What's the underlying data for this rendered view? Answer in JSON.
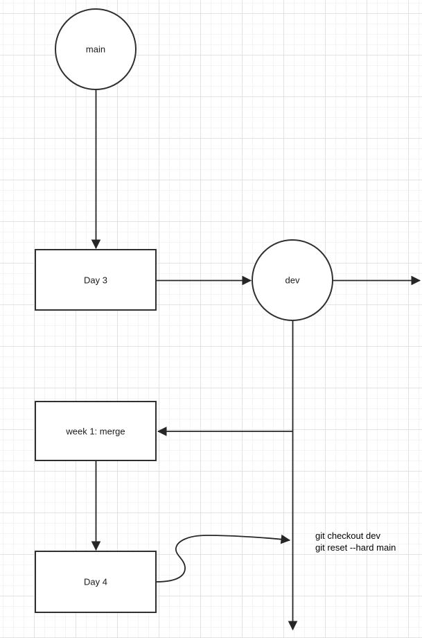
{
  "canvas": {
    "background_color": "#ffffff",
    "grid_minor_color": "#f5f3f3",
    "grid_major_color": "#e4e1e1",
    "shape_stroke_color": "#2f2f2f",
    "edge_stroke_color": "#262626"
  },
  "nodes": {
    "main": {
      "shape": "circle",
      "label": "main"
    },
    "dev": {
      "shape": "circle",
      "label": "dev"
    },
    "day3": {
      "shape": "rect",
      "label": "Day 3"
    },
    "week1": {
      "shape": "rect",
      "label": "week 1: merge"
    },
    "day4": {
      "shape": "rect",
      "label": "Day 4"
    }
  },
  "edges": [
    {
      "from": "main",
      "to": "day3",
      "style": "straight-arrow"
    },
    {
      "from": "day3",
      "to": "dev",
      "style": "straight-arrow"
    },
    {
      "from": "dev",
      "to": "canvas-right-edge",
      "style": "straight-arrow"
    },
    {
      "from": "dev",
      "to": "canvas-bottom",
      "style": "straight-arrow"
    },
    {
      "from": "dev-line",
      "to": "week1",
      "style": "straight-arrow"
    },
    {
      "from": "week1",
      "to": "day4",
      "style": "straight-arrow"
    },
    {
      "from": "day4",
      "to": "dev-line",
      "style": "s-curve-arrow"
    }
  ],
  "annotation": {
    "line1": "git checkout dev",
    "line2": "git reset --hard main"
  }
}
